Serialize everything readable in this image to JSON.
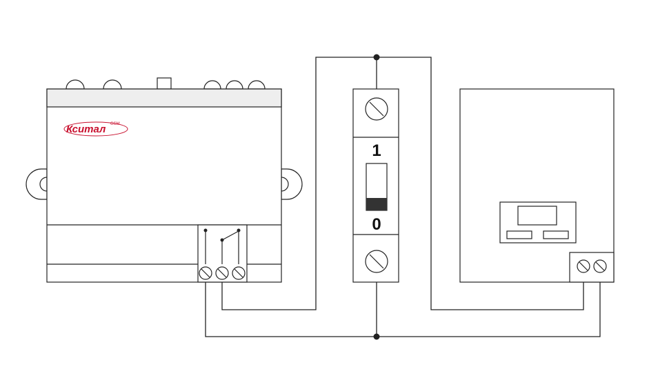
{
  "gsm_device": {
    "brand": "Кситал",
    "brand_suffix": "GSM"
  },
  "breaker": {
    "on_label": "1",
    "off_label": "0"
  },
  "colors": {
    "line": "#222222",
    "logo": "#c8102e",
    "header": "#eeeeee",
    "toggle": "#333333"
  }
}
